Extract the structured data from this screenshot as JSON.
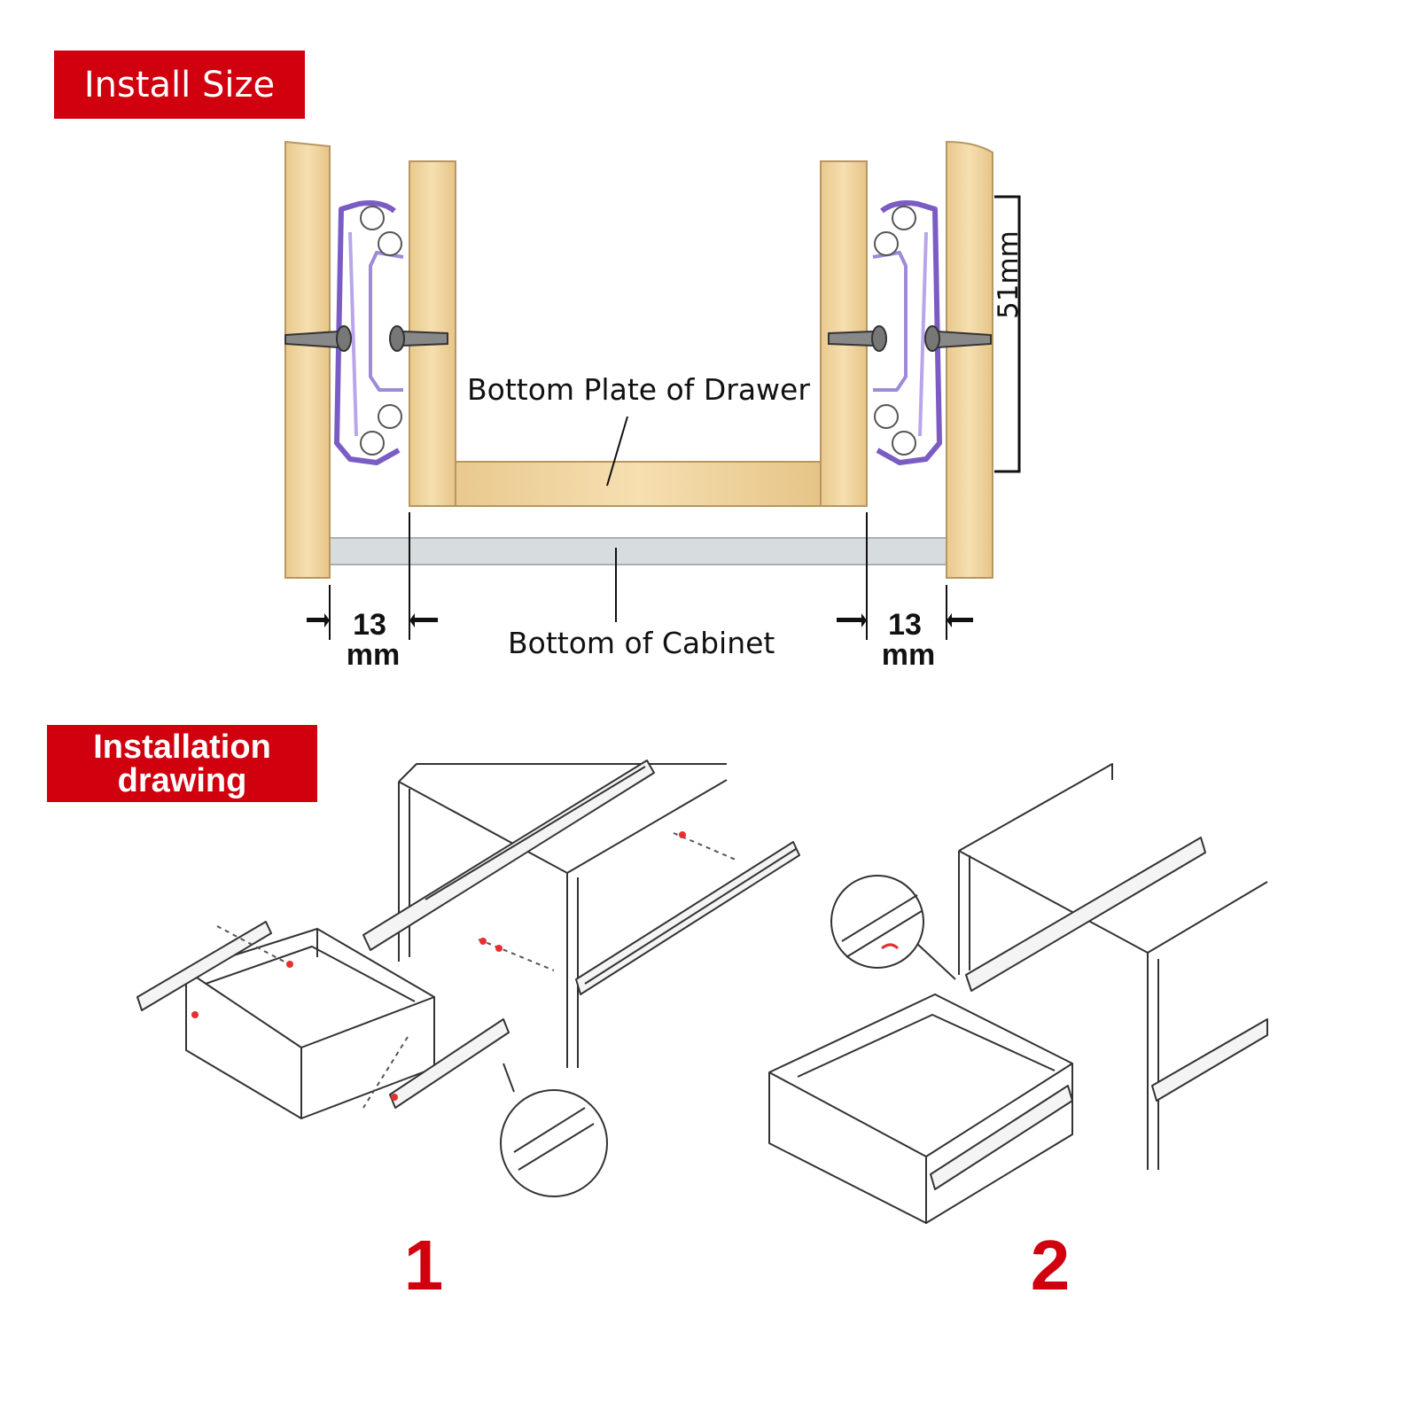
{
  "section_install_size": {
    "title": "Install Size"
  },
  "section_installation": {
    "title_line1": "Installation",
    "title_line2": "drawing"
  },
  "labels": {
    "bottom_plate": "Bottom Plate of Drawer",
    "bottom_cabinet": "Bottom of Cabinet",
    "height_dim": "51mm",
    "gap_left_value": "13",
    "gap_left_unit": "mm",
    "gap_right_value": "13",
    "gap_right_unit": "mm"
  },
  "steps": {
    "step1": "1",
    "step2": "2"
  },
  "colors": {
    "banner": "#d0000e",
    "wood": "#f1d6a2",
    "wood_edge": "#b89660",
    "rail": "#7b5cc4",
    "cabinet_bottom": "#d7dcdf",
    "step_number": "#d0000e",
    "screw_marker": "#e53030"
  }
}
